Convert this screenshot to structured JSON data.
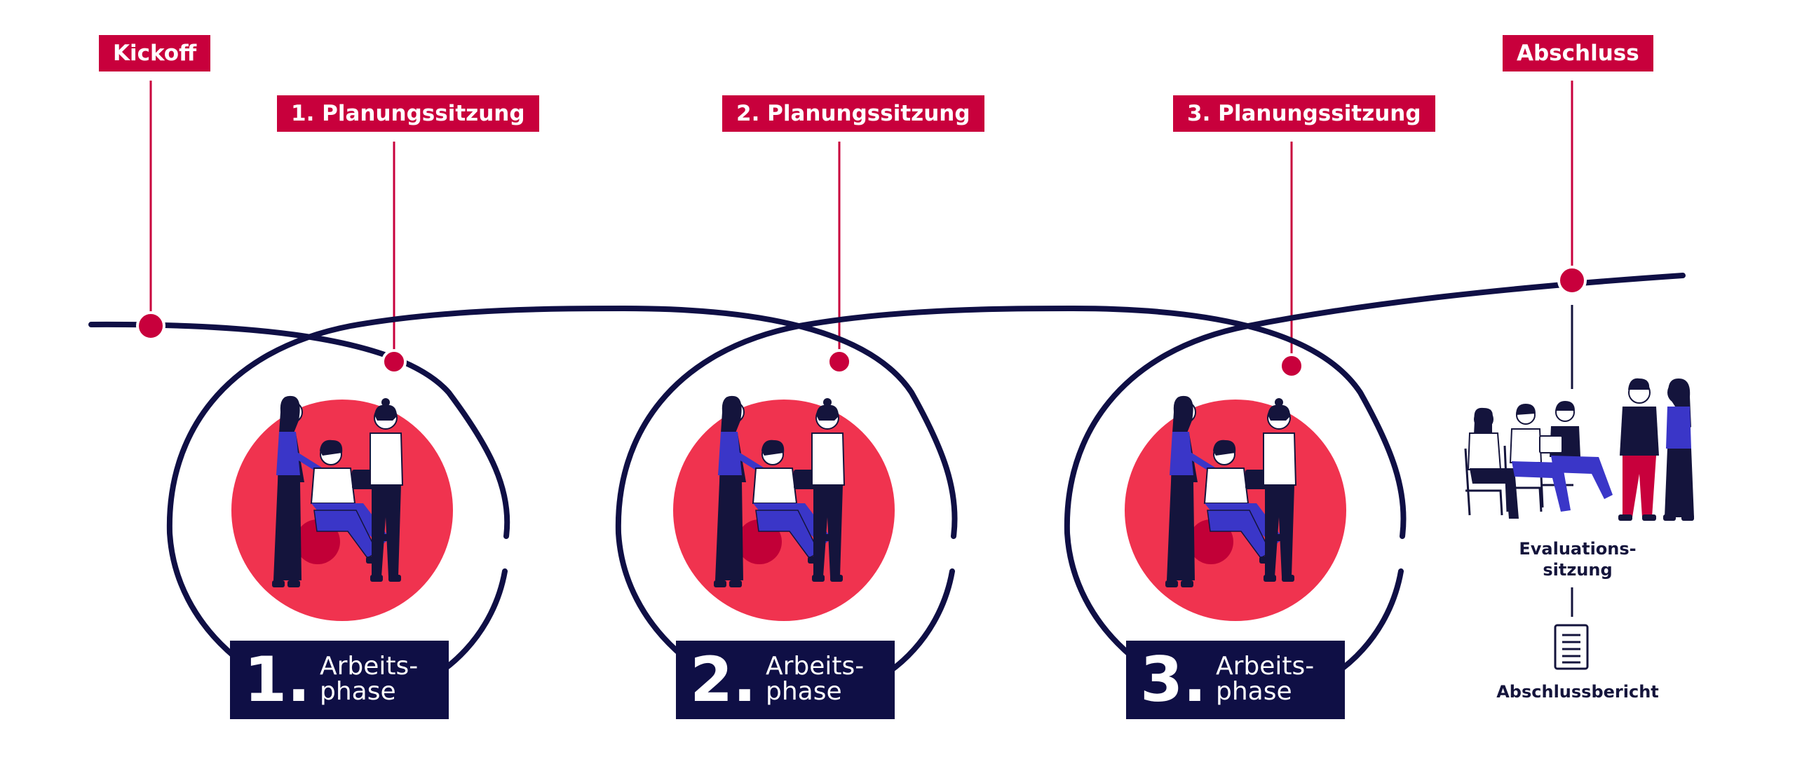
{
  "milestones": {
    "kickoff": "Kickoff",
    "plan1": "1. Planungssitzung",
    "plan2": "2. Planungssitzung",
    "plan3": "3. Planungssitzung",
    "abschluss": "Abschluss"
  },
  "phases": [
    {
      "number": "1.",
      "line1": "Arbeits-",
      "line2": "phase"
    },
    {
      "number": "2.",
      "line1": "Arbeits-",
      "line2": "phase"
    },
    {
      "number": "3.",
      "line1": "Arbeits-",
      "line2": "phase"
    }
  ],
  "evaluation": {
    "line1": "Evaluations-",
    "line2": "sitzung"
  },
  "report": {
    "label": "Abschlussbericht",
    "icon": "document-icon"
  },
  "colors": {
    "accent": "#c8003c",
    "navy": "#0f0f45",
    "circle": "#f0334f",
    "ball": "#c20037",
    "people_blue": "#3a36c8"
  }
}
